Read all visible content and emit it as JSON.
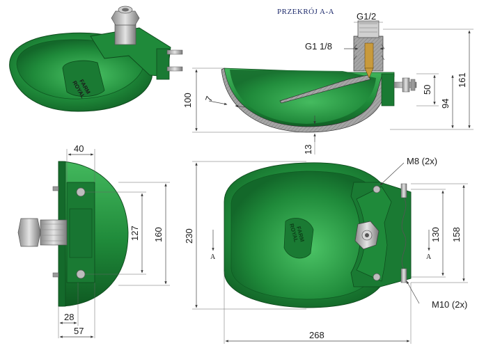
{
  "section": {
    "title": "PRZEKRÓJ A-A",
    "label_a": "A",
    "thread_top": "G1/2",
    "thread_side": "G1 1/8"
  },
  "dimensions": {
    "side_height": "100",
    "wall_thickness": "7",
    "base_offset": "13",
    "bracket_offset": "50",
    "valve_height": "94",
    "total_height": "161",
    "front_depth": "40",
    "front_hole_spacing": "127",
    "front_height": "160",
    "front_bracket": "28",
    "front_outlet": "57",
    "top_width": "230",
    "top_hole_spacing": "130",
    "top_bracket": "158",
    "top_length": "268",
    "bolt_small": "M8 (2x)",
    "bolt_large": "M10 (2x)"
  },
  "branding": {
    "logo_text_1": "ROYAL",
    "logo_text_2": "FARM"
  },
  "colors": {
    "body": "#1f8a3a",
    "body_dark": "#0f5a22",
    "body_light": "#3fb85a",
    "metal": "#b8b8b8",
    "section_fill": "#9a9a9a",
    "brass": "#c89a3c"
  }
}
